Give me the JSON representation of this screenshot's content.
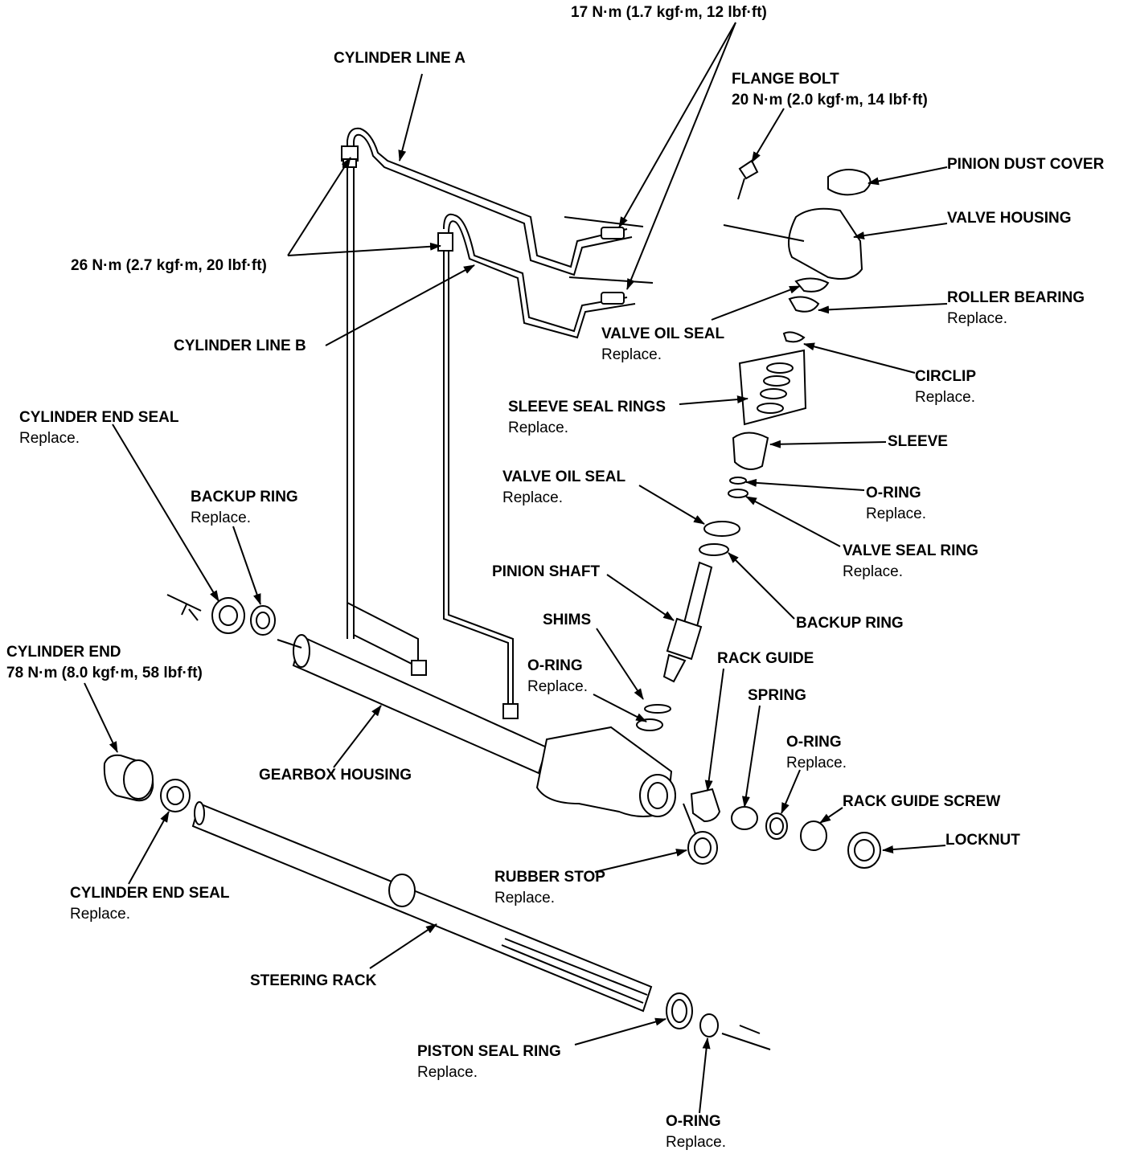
{
  "labels": {
    "torque_17": {
      "title": "17 N·m (1.7 kgf·m, 12 lbf·ft)"
    },
    "cylinder_line_a": {
      "title": "CYLINDER LINE A"
    },
    "flange_bolt": {
      "title": "FLANGE BOLT",
      "note": "20 N·m (2.0 kgf·m, 14 lbf·ft)"
    },
    "pinion_dust_cover": {
      "title": "PINION DUST COVER"
    },
    "valve_housing": {
      "title": "VALVE HOUSING"
    },
    "torque_26": {
      "title": "26 N·m (2.7 kgf·m, 20 lbf·ft)"
    },
    "roller_bearing": {
      "title": "ROLLER BEARING",
      "note": "Replace."
    },
    "valve_oil_seal_top": {
      "title": "VALVE OIL SEAL",
      "note": "Replace."
    },
    "cylinder_line_b": {
      "title": "CYLINDER LINE B"
    },
    "circlip": {
      "title": "CIRCLIP",
      "note": "Replace."
    },
    "sleeve_seal_rings": {
      "title": "SLEEVE SEAL RINGS",
      "note": "Replace."
    },
    "cylinder_end_seal_top": {
      "title": "CYLINDER END SEAL",
      "note": "Replace."
    },
    "sleeve": {
      "title": "SLEEVE"
    },
    "valve_oil_seal_mid": {
      "title": "VALVE OIL SEAL",
      "note": "Replace."
    },
    "o_ring_sleeve": {
      "title": "O-RING",
      "note": "Replace."
    },
    "backup_ring_left": {
      "title": "BACKUP RING",
      "note": "Replace."
    },
    "valve_seal_ring": {
      "title": "VALVE SEAL RING",
      "note": "Replace."
    },
    "pinion_shaft": {
      "title": "PINION SHAFT"
    },
    "backup_ring_right": {
      "title": "BACKUP RING"
    },
    "shims": {
      "title": "SHIMS"
    },
    "cylinder_end": {
      "title": "CYLINDER END",
      "note": "78 N·m (8.0 kgf·m, 58 lbf·ft)"
    },
    "rack_guide": {
      "title": "RACK GUIDE"
    },
    "o_ring_pinion": {
      "title": "O-RING",
      "note": "Replace."
    },
    "spring": {
      "title": "SPRING"
    },
    "o_ring_guide": {
      "title": "O-RING",
      "note": "Replace."
    },
    "gearbox_housing": {
      "title": "GEARBOX HOUSING"
    },
    "rack_guide_screw": {
      "title": "RACK GUIDE SCREW"
    },
    "locknut": {
      "title": "LOCKNUT"
    },
    "rubber_stop": {
      "title": "RUBBER STOP",
      "note": "Replace."
    },
    "cylinder_end_seal_bottom": {
      "title": "CYLINDER END SEAL",
      "note": "Replace."
    },
    "steering_rack": {
      "title": "STEERING RACK"
    },
    "piston_seal_ring": {
      "title": "PISTON SEAL RING",
      "note": "Replace."
    },
    "o_ring_bottom": {
      "title": "O-RING",
      "note": "Replace."
    }
  }
}
